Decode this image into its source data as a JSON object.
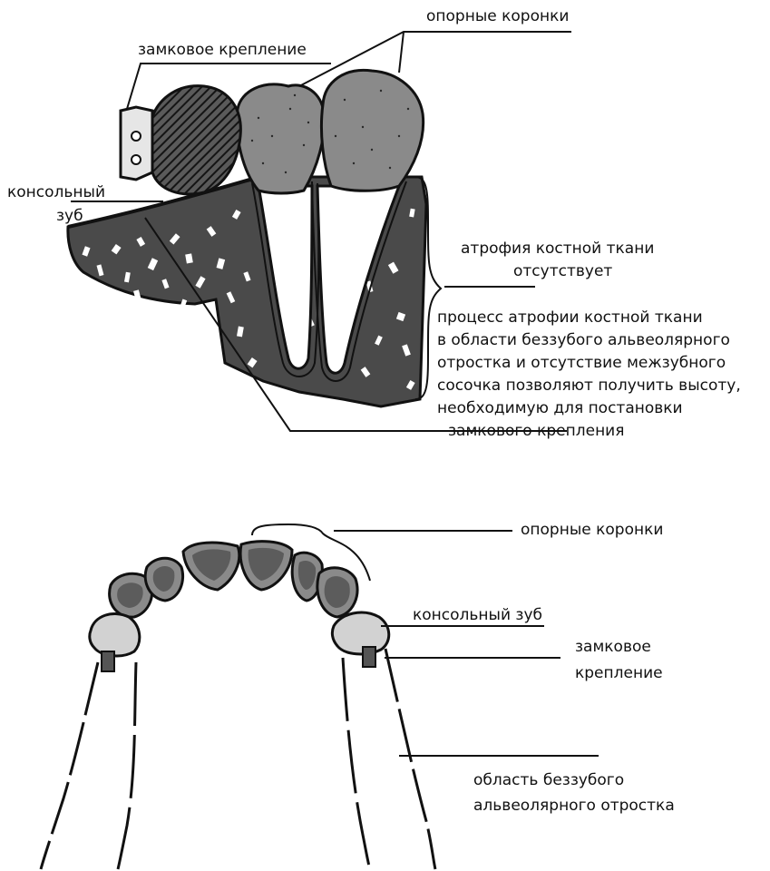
{
  "top_diagram": {
    "label_lock_attachment": "замковое крепление",
    "label_abutment_crowns": "опорные коронки",
    "label_cantilever_line1": "консольный",
    "label_cantilever_line2": "зуб",
    "label_no_atrophy_line1": "атрофия костной ткани",
    "label_no_atrophy_line2": "отсутствует",
    "explanation_lines": [
      "процесс атрофии костной ткани",
      "в области беззубого альвеолярного",
      "отростка и отсутствие межзубного",
      "сосочка позволяют получить высоту,",
      "необходимую для постановки",
      "замкового крепления"
    ]
  },
  "bottom_diagram": {
    "label_abutment_crowns": "опорные коронки",
    "label_cantilever_tooth": "консольный зуб",
    "label_lock_line1": "замковое",
    "label_lock_line2": "крепление",
    "label_edentulous_line1": "область беззубого",
    "label_edentulous_line2": "альвеолярного отростка"
  },
  "colors": {
    "ink": "#111111",
    "bone_fill": "#4a4a4a",
    "crown_fill": "#8a8a8a",
    "cantilever_fill": "#d2d2d2"
  }
}
